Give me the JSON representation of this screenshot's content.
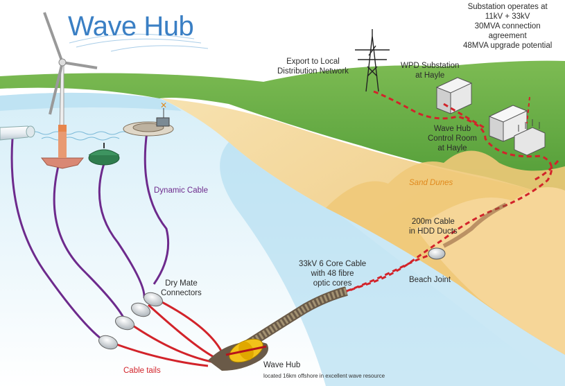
{
  "title": "Wave Hub",
  "labels": {
    "substation_operates": [
      "Substation operates at",
      "11kV + 33kV",
      "30MVA connection",
      "agreement",
      "48MVA upgrade potential"
    ],
    "export": [
      "Export to Local",
      "Distribution Network"
    ],
    "wpd_substation": [
      "WPD Substation",
      "at Hayle"
    ],
    "control_room": [
      "Wave Hub",
      "Control Room",
      "at Hayle"
    ],
    "sand_dunes": "Sand Dunes",
    "hdd_cable": [
      "200m Cable",
      "in HDD Ducts"
    ],
    "dynamic_cable": "Dynamic Cable",
    "core_cable": [
      "33kV 6 Core Cable",
      "with 48 fibre",
      "optic cores"
    ],
    "beach_joint": "Beach Joint",
    "dry_mate": [
      "Dry Mate",
      "Connectors"
    ],
    "cable_tails": "Cable tails",
    "wave_hub": "Wave Hub",
    "wave_hub_sub": "located 16km offshore in excellent wave resource"
  },
  "colors": {
    "sea": "#cfeaf5",
    "sea_deep": "#a9d8ee",
    "land": "#6fb24a",
    "sand": "#f2d08a",
    "dynamic_cable": "#6d2a8c",
    "cable_tail": "#d2232a",
    "title": "#3a7fc4"
  }
}
